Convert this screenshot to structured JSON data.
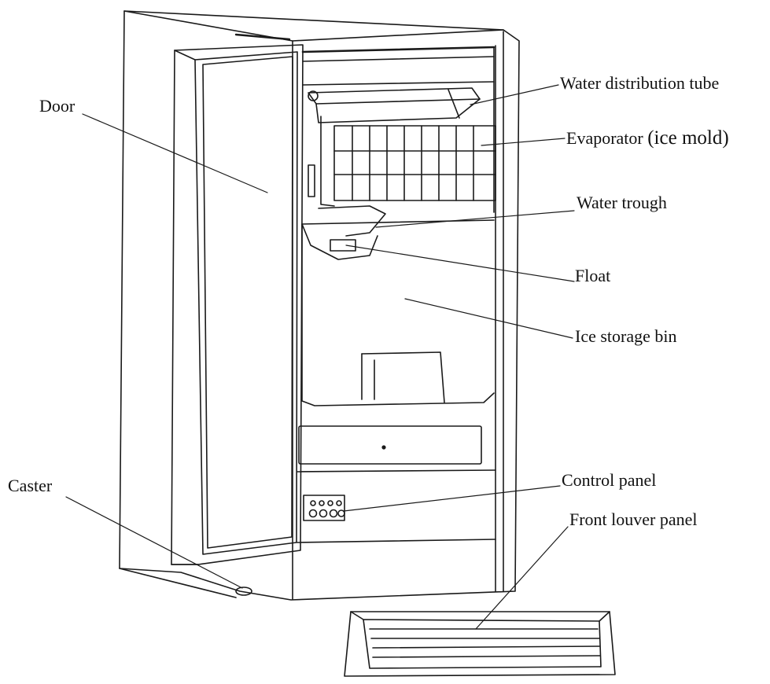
{
  "labels": {
    "door": "Door",
    "water_distribution_tube": "Water distribution tube",
    "evaporator": "Evaporator",
    "evaporator_note": "(ice mold)",
    "water_trough": "Water trough",
    "float": "Float",
    "ice_storage_bin": "Ice storage bin",
    "caster": "Caster",
    "control_panel": "Control panel",
    "front_louver_panel": "Front louver panel"
  },
  "colors": {
    "line": "#1a1a1a",
    "text": "#111111",
    "background": "#ffffff"
  }
}
